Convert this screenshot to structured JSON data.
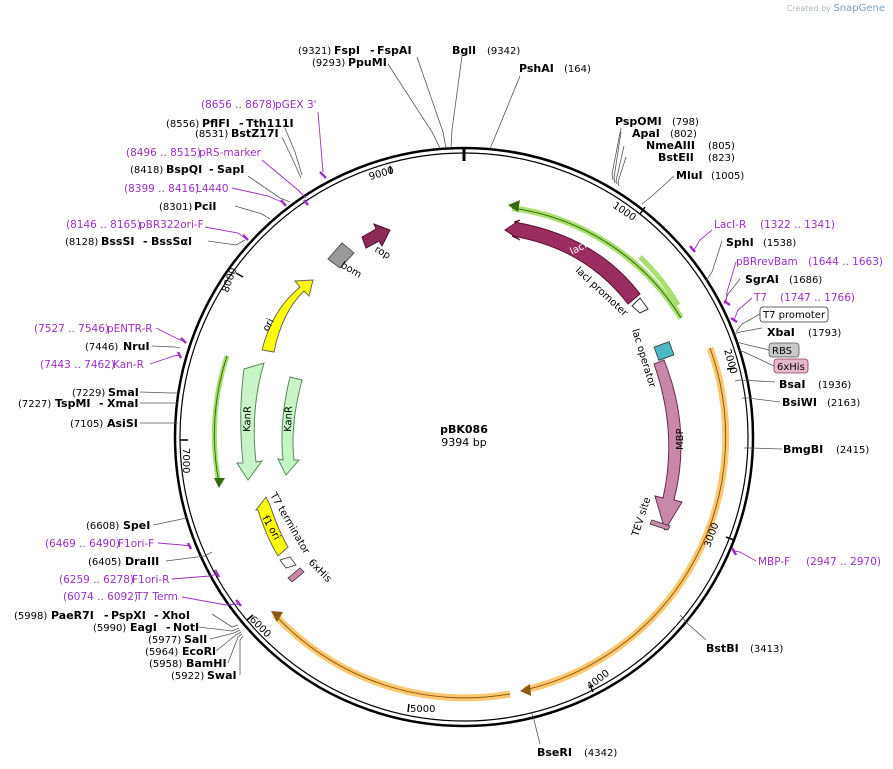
{
  "credit": {
    "prefix": "Created by",
    "brand": "SnapGene"
  },
  "plasmid": {
    "name": "pBK086",
    "length_label": "9394 bp"
  },
  "ticks": [
    "1000",
    "2000",
    "3000",
    "4000",
    "5000",
    "6000",
    "7000",
    "8000",
    "9000"
  ],
  "enzymes": [
    {
      "name": "FspI",
      "extra": "FspAI",
      "pos": "9321"
    },
    {
      "name": "BglI",
      "pos": "9342"
    },
    {
      "name": "PpuMI",
      "pos": "9293"
    },
    {
      "name": "PshAI",
      "pos": "164"
    },
    {
      "name": "PflFI",
      "extra": "Tth111I",
      "pos": "8556"
    },
    {
      "name": "BstZ17I",
      "pos": "8531"
    },
    {
      "name": "BspQI",
      "extra": "SapI",
      "pos": "8418"
    },
    {
      "name": "PciI",
      "pos": "8301"
    },
    {
      "name": "BssSI",
      "extra": "BssSαI",
      "pos": "8128"
    },
    {
      "name": "PspOMI",
      "pos": "798"
    },
    {
      "name": "ApaI",
      "pos": "802"
    },
    {
      "name": "NmeAIII",
      "pos": "805"
    },
    {
      "name": "BstEII",
      "pos": "823"
    },
    {
      "name": "MluI",
      "pos": "1005"
    },
    {
      "name": "SphI",
      "pos": "1538"
    },
    {
      "name": "SgrAI",
      "pos": "1686"
    },
    {
      "name": "XbaI",
      "pos": "1793"
    },
    {
      "name": "BsaI",
      "pos": "1936"
    },
    {
      "name": "BsiWI",
      "pos": "2163"
    },
    {
      "name": "BmgBI",
      "pos": "2415"
    },
    {
      "name": "BstBI",
      "pos": "3413"
    },
    {
      "name": "BseRI",
      "pos": "4342"
    },
    {
      "name": "NruI",
      "pos": "7446"
    },
    {
      "name": "SmaI",
      "pos": "7229"
    },
    {
      "name": "TspMI",
      "extra": "XmaI",
      "pos": "7227"
    },
    {
      "name": "AsiSI",
      "pos": "7105"
    },
    {
      "name": "SpeI",
      "pos": "6608"
    },
    {
      "name": "DraIII",
      "pos": "6405"
    },
    {
      "name": "PaeR7I",
      "extra": "PspXI",
      "extra2": "XhoI",
      "pos": "5998"
    },
    {
      "name": "EagI",
      "extra": "NotI",
      "pos": "5990"
    },
    {
      "name": "SalI",
      "pos": "5977"
    },
    {
      "name": "EcoRI",
      "pos": "5964"
    },
    {
      "name": "BamHI",
      "pos": "5958"
    },
    {
      "name": "SwaI",
      "pos": "5922"
    }
  ],
  "primers": [
    {
      "name": "pGEX 3'",
      "range": "8656 .. 8678"
    },
    {
      "name": "pRS-marker",
      "range": "8496 .. 8515"
    },
    {
      "name": "L4440",
      "range": "8399 .. 8416"
    },
    {
      "name": "pBR322ori-F",
      "range": "8146 .. 8165"
    },
    {
      "name": "LacI-R",
      "range": "1322 .. 1341"
    },
    {
      "name": "pBRrevBam",
      "range": "1644 .. 1663"
    },
    {
      "name": "T7",
      "range": "1747 .. 1766"
    },
    {
      "name": "MBP-F",
      "range": "2947 .. 2970"
    },
    {
      "name": "pENTR-R",
      "range": "7527 .. 7546"
    },
    {
      "name": "Kan-R",
      "range": "7443 .. 7462"
    },
    {
      "name": "F1ori-F",
      "range": "6469 .. 6490"
    },
    {
      "name": "F1ori-R",
      "range": "6259 .. 6278"
    },
    {
      "name": "T7 Term",
      "range": "6074 .. 6092"
    }
  ],
  "features": {
    "lacI": "lacI",
    "lacI_promoter": "lacI promoter",
    "lac_operator": "lac operator",
    "T7_promoter": "T7 promoter",
    "RBS": "RBS",
    "his_tag": "6xHis",
    "MBP": "MBP",
    "TEV_site": "TEV site",
    "T7_terminator": "T7 terminator",
    "his_tag_2": "6xHis",
    "f1_ori": "f1 ori",
    "KanR_1": "KanR",
    "KanR_2": "KanR",
    "ori": "ori",
    "bom": "bom",
    "rop": "rop"
  },
  "colors": {
    "lacI": "#9b2e60",
    "MBP": "#c888aa",
    "ori": "#ffff00",
    "KanR": "#c8f5c8",
    "f1_ori": "#ffff00",
    "rop": "#8a2a55",
    "bom": "#9a9a9a",
    "orf": "#ffc870",
    "orf_green": "#a8e070",
    "primer": "#9b30c8"
  }
}
